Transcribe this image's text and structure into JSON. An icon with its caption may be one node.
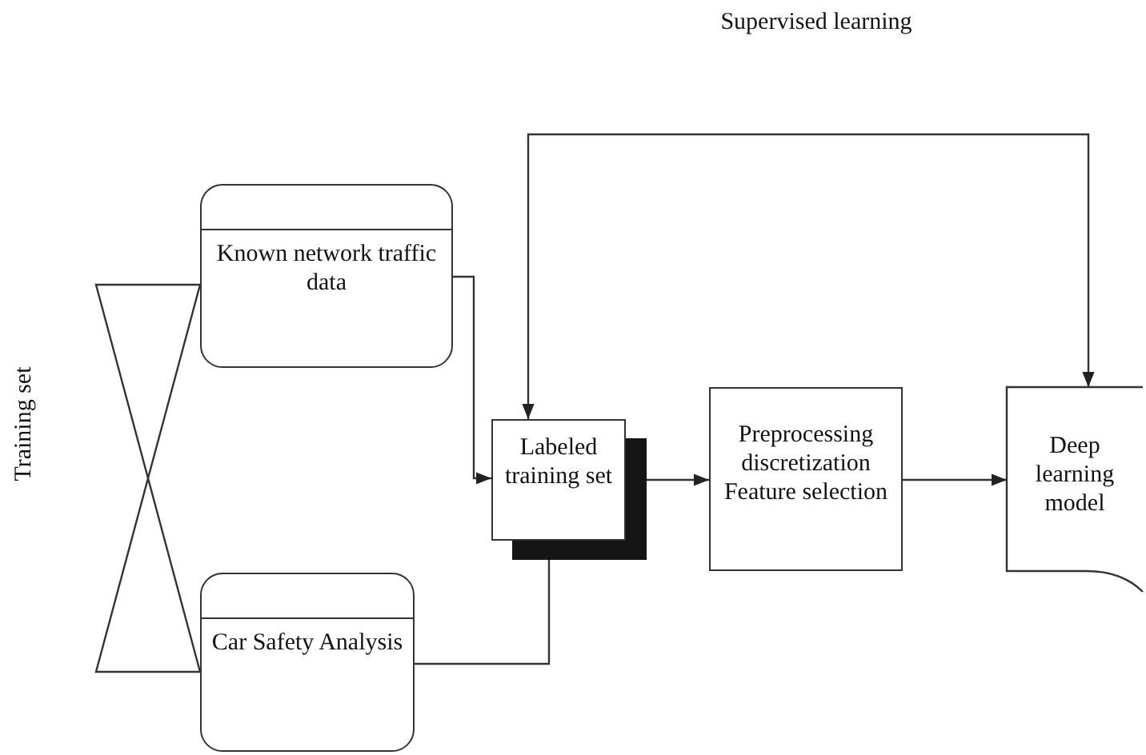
{
  "diagram": {
    "nodes": [
      {
        "text": [
          "Known network traffic data"
        ]
      },
      {
        "text": [
          "Car Safety Analysis"
        ]
      },
      {
        "text": [
          "Labeled training set"
        ]
      },
      {
        "text": [
          "Preprocessing discretization Feature selection"
        ]
      },
      {
        "text": [
          "Deep learning model"
        ]
      }
    ],
    "edges": [
      {
        "from": 0,
        "to": 2,
        "arrow": "to"
      },
      {
        "from": 1,
        "to": 2,
        "arrow": "none"
      },
      {
        "from": 2,
        "to": 3,
        "arrow": "to"
      },
      {
        "from": 3,
        "to": 4,
        "arrow": "to"
      },
      {
        "from": null,
        "to": 2,
        "arrow": "to"
      },
      {
        "from": null,
        "to": 4,
        "arrow": "to"
      }
    ],
    "labels": [
      "Supervised learning",
      "Training set"
    ]
  }
}
